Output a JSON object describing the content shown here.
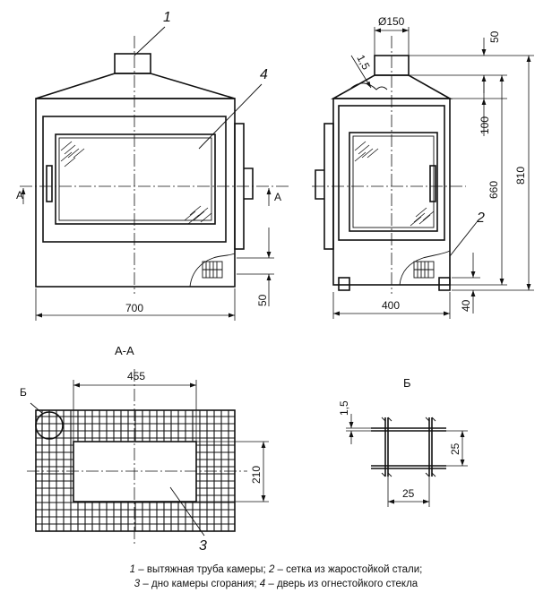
{
  "front_view": {
    "callout_1": "1",
    "callout_4": "4",
    "section_mark_left": "A",
    "section_mark_right": "A",
    "dim_width": "700",
    "dim_leg": "50"
  },
  "side_view": {
    "dim_pipe_dia": "Ø150",
    "dim_wall": "1,5",
    "dim_pipe": "50",
    "dim_hood": "100",
    "dim_body": "660",
    "dim_total": "810",
    "dim_width": "400",
    "dim_leg": "40",
    "callout_2": "2"
  },
  "section_aa": {
    "title": "А-А",
    "dim_opening_width": "455",
    "dim_opening_height": "210",
    "callout_3": "3",
    "detail_ref": "Б"
  },
  "detail_b": {
    "title": "Б",
    "dim_wire": "1,5",
    "dim_cell_h": "25",
    "dim_cell_w": "25"
  },
  "caption": {
    "n1": "1",
    "t1": " – вытяжная труба камеры; ",
    "n2": "2",
    "t2": " – сетка из жаростойкой стали;",
    "n3": "3",
    "t3": " – дно камеры сгорания; ",
    "n4": "4",
    "t4": " – дверь из огнестойкого стекла"
  }
}
